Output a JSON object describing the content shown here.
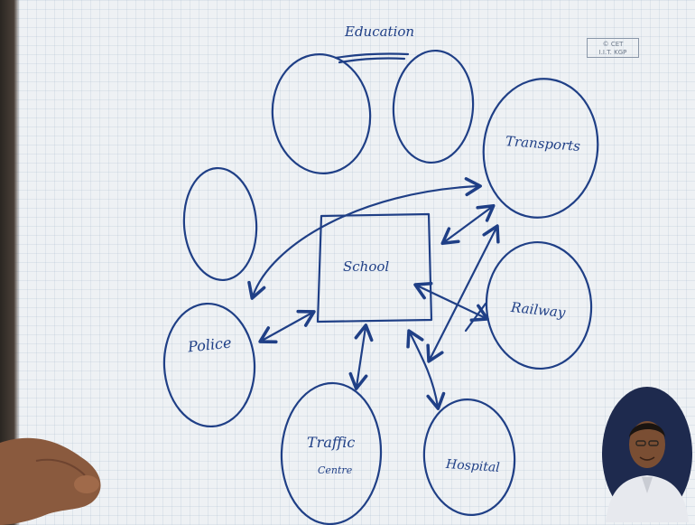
{
  "whiteboard": {
    "title": "Education",
    "center": "School",
    "nodes": {
      "transports": "Transports",
      "railway": "Railway",
      "police": "Police",
      "traffic_line1": "Traffic",
      "traffic_line2": "Centre",
      "hospital": "Hospital"
    },
    "stamp_line1": "© CET",
    "stamp_line2": "I.I.T. KGP"
  },
  "colors": {
    "ink": "#1f3f86",
    "paper": "#eef1f4"
  }
}
